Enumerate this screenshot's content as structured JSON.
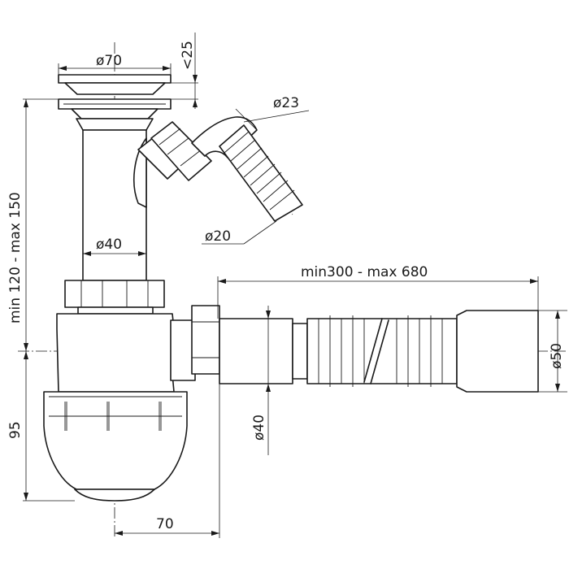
{
  "drawing": {
    "dimensions": {
      "drain_diameter": "ø70",
      "drain_height": "<25",
      "side_outlet_diameter": "ø23",
      "hose_diameter": "ø20",
      "pipe_diameter": "ø40",
      "vertical_range": "min 120 - max 150",
      "corrugated_range": "min300 - max 680",
      "outlet_diameter": "ø50",
      "trap_height": "95",
      "horizontal_pipe_diameter": "ø40",
      "trap_offset": "70"
    }
  }
}
